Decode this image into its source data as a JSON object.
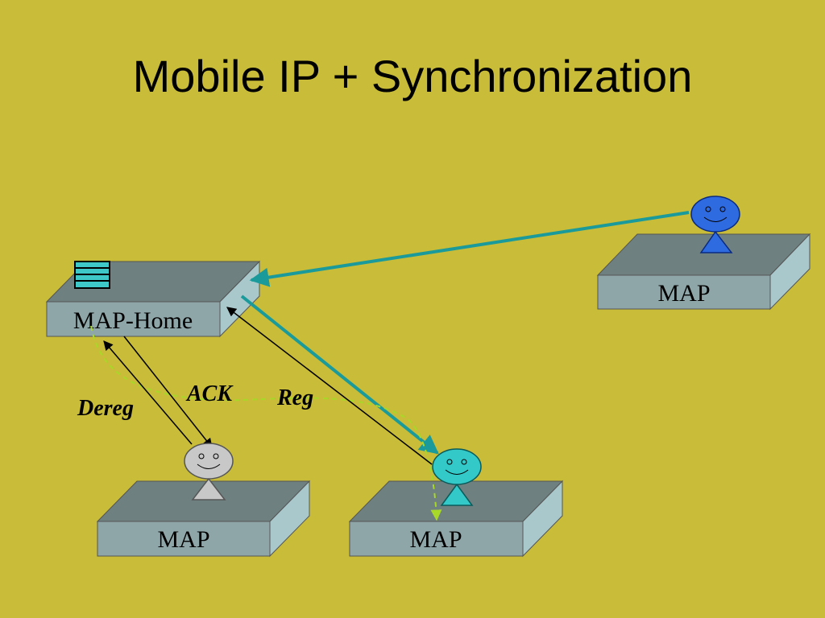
{
  "slide": {
    "title": "Mobile IP + Synchronization",
    "background_color": "#c8bc38"
  },
  "nodes": {
    "home": {
      "label": "MAP-Home"
    },
    "right": {
      "label": "MAP"
    },
    "bottom_left": {
      "label": "MAP"
    },
    "bottom_mid": {
      "label": "MAP"
    }
  },
  "arrows": {
    "dereg": "Dereg",
    "ack": "ACK",
    "reg": "Reg"
  },
  "colors": {
    "box_top": "#6e8080",
    "box_front": "#8fa6a9",
    "box_side": "#a9c8cc",
    "person_right": "#2f6be0",
    "person_bottom_left": "#c8c8c8",
    "person_bottom_mid": "#33c9c9",
    "teal_arrow": "#1a9a9a",
    "dashed_arrow": "#a8d828",
    "queue_icon": "#3fc8c8"
  }
}
